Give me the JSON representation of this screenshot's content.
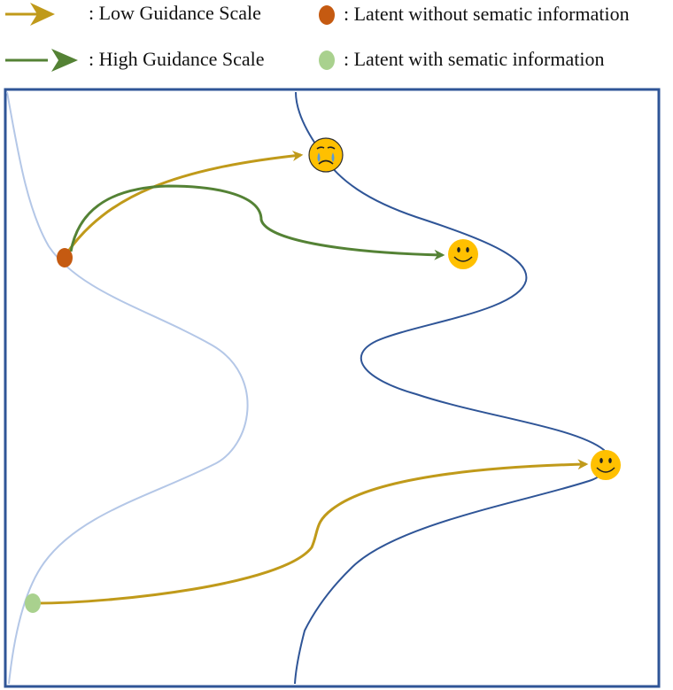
{
  "legend": {
    "items": [
      {
        "label": ": Low Guidance Scale",
        "kind": "arrow",
        "color": "#C09A1A"
      },
      {
        "label": ": High Guidance Scale",
        "kind": "arrow",
        "color": "#548235"
      },
      {
        "label": ": Latent without sematic information",
        "kind": "dot",
        "color": "#C55A11"
      },
      {
        "label": ": Latent with sematic information",
        "kind": "dot",
        "color": "#A9D18E"
      }
    ]
  },
  "colors": {
    "frame": "#2F5597",
    "left_boundary": "#B4C7E7",
    "right_boundary": "#2F5597",
    "low_guidance": "#C09A1A",
    "high_guidance": "#548235",
    "latent_without_semantic": "#C55A11",
    "latent_with_semantic": "#A9D18E",
    "emoji_face": "#FFC000"
  },
  "icons": {
    "crying_face": "crying-face-icon",
    "smiling_face": "smiling-face-icon"
  }
}
